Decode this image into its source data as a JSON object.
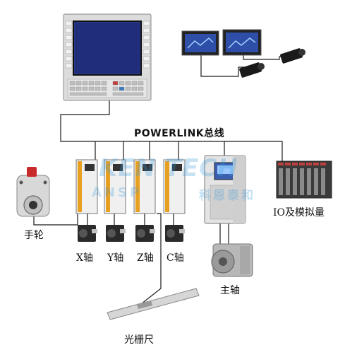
{
  "bus": {
    "title": "POWERLINK总线"
  },
  "watermark": {
    "brand": "KEN TECH",
    "sub": "ANSP",
    "cn": "科恩泰和"
  },
  "labels": {
    "handwheel": "手轮",
    "x_axis": "X轴",
    "y_axis": "Y轴",
    "z_axis": "Z轴",
    "c_axis": "C轴",
    "io": "IO及模拟量",
    "spindle": "主轴",
    "grating": "光栅尺"
  },
  "colors": {
    "line": "#1a1a1a",
    "drive_accent": "#e8a020",
    "screen": "#2a3a8a",
    "watermark": "#3a9ad9"
  }
}
